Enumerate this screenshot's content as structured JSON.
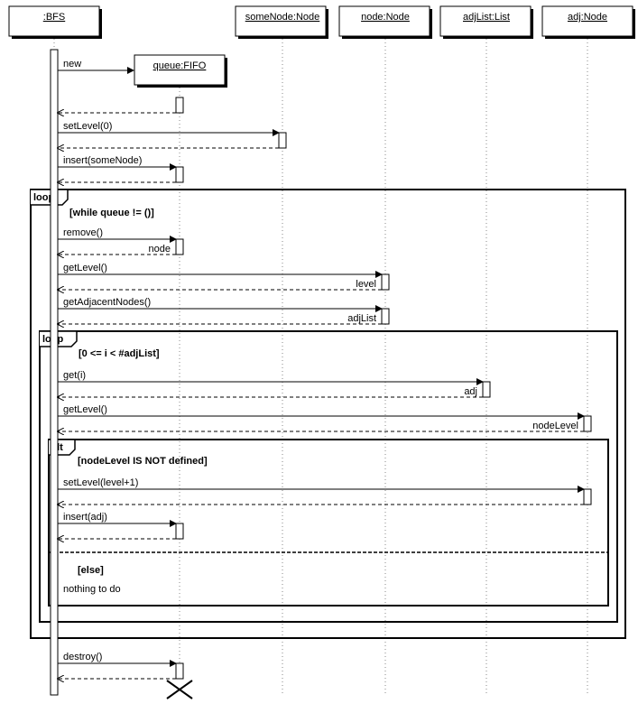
{
  "participants": [
    {
      "id": "bfs",
      "label": ":BFS"
    },
    {
      "id": "someNode",
      "label": "someNode:Node"
    },
    {
      "id": "node",
      "label": "node:Node"
    },
    {
      "id": "adjList",
      "label": "adjList:List"
    },
    {
      "id": "adj",
      "label": "adj:Node"
    },
    {
      "id": "queue",
      "label": "queue:FIFO"
    }
  ],
  "messages": [
    {
      "label": "new",
      "kind": "create"
    },
    {
      "label": "",
      "kind": "return"
    },
    {
      "label": "setLevel(0)",
      "kind": "call"
    },
    {
      "label": "",
      "kind": "return"
    },
    {
      "label": "insert(someNode)",
      "kind": "call"
    },
    {
      "label": "",
      "kind": "return"
    },
    {
      "label": "remove()",
      "kind": "call"
    },
    {
      "label": "node",
      "kind": "return"
    },
    {
      "label": "getLevel()",
      "kind": "call"
    },
    {
      "label": "level",
      "kind": "return"
    },
    {
      "label": "getAdjacentNodes()",
      "kind": "call"
    },
    {
      "label": "adjList",
      "kind": "return"
    },
    {
      "label": "get(i)",
      "kind": "call"
    },
    {
      "label": "adj",
      "kind": "return"
    },
    {
      "label": "getLevel()",
      "kind": "call"
    },
    {
      "label": "nodeLevel",
      "kind": "return"
    },
    {
      "label": "setLevel(level+1)",
      "kind": "call"
    },
    {
      "label": "",
      "kind": "return"
    },
    {
      "label": "insert(adj)",
      "kind": "call"
    },
    {
      "label": "",
      "kind": "return"
    },
    {
      "label": "destroy()",
      "kind": "call"
    },
    {
      "label": "",
      "kind": "return"
    }
  ],
  "fragments": {
    "outer_loop": {
      "keyword": "loop",
      "guard": "[while queue != ()]"
    },
    "inner_loop": {
      "keyword": "loop",
      "guard": "[0 <= i < #adjList]"
    },
    "alt": {
      "keyword": "alt",
      "guard": "[nodeLevel IS NOT defined]",
      "else_guard": "[else]",
      "else_note": "nothing to do"
    }
  }
}
